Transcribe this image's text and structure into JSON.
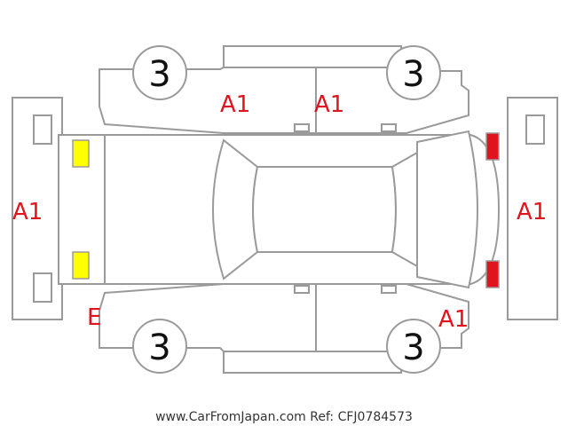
{
  "colors": {
    "damage_code": "#e0141e",
    "outline": "#9a9a9a",
    "headlight_fill": "#ffff00",
    "taillight_fill": "#e0141e",
    "grade_text": "#111111"
  },
  "wheels": {
    "front_left": "3",
    "rear_left": "3",
    "front_right": "3",
    "rear_right": "3"
  },
  "codes": {
    "front_bumper": "A1",
    "left_front_door": "A1",
    "left_rear_door": "A1",
    "rear_bumper": "A1",
    "right_rear_corner": "A1",
    "right_front_corner": "E"
  },
  "footer": "www.CarFromJapan.com Ref: CFJ0784573"
}
